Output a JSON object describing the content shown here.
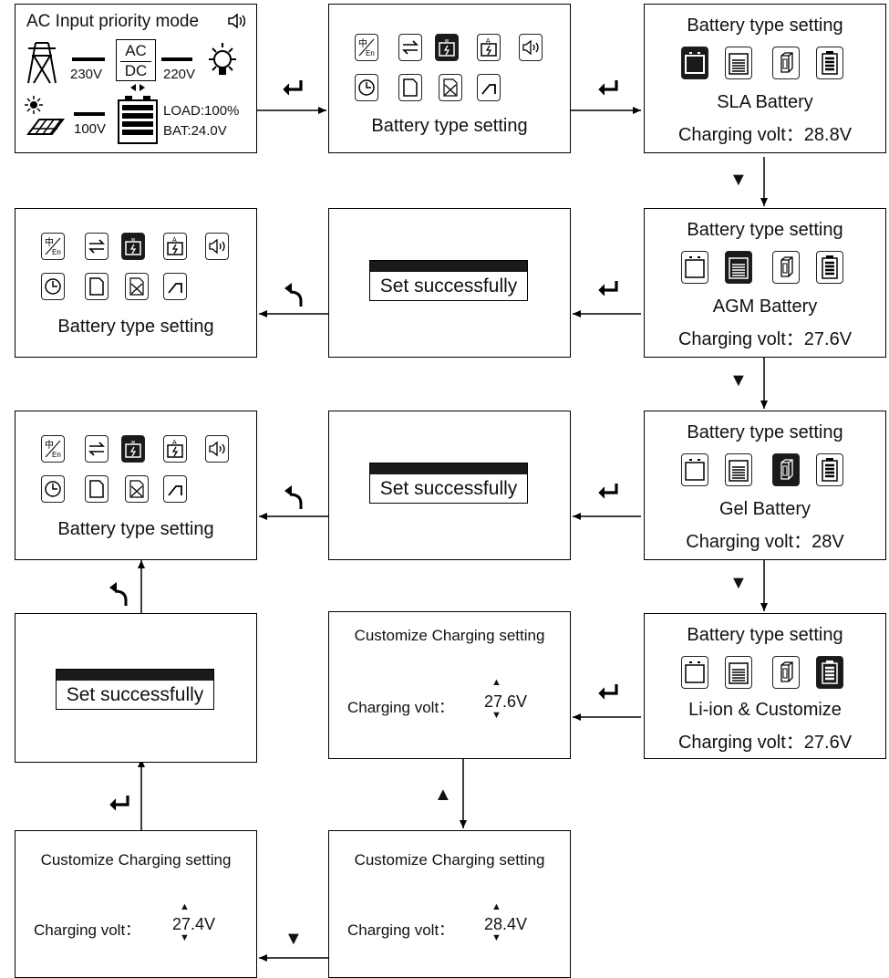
{
  "status_screen": {
    "title": "AC Input priority mode",
    "ac_voltage": "230V",
    "load_voltage": "220V",
    "pv_voltage": "100V",
    "load": "LOAD:100%",
    "battery": "BAT:24.0V",
    "acdc_top": "AC",
    "acdc_bottom": "DC"
  },
  "menu": {
    "title": "Battery type setting",
    "lang_zh": "中",
    "lang_en": "En"
  },
  "battery_screens": [
    {
      "title": "Battery type setting",
      "type": "SLA Battery",
      "volt": "Charging volt：28.8V",
      "selected": 0
    },
    {
      "title": "Battery type setting",
      "type": "AGM Battery",
      "volt": "Charging volt：27.6V",
      "selected": 1
    },
    {
      "title": "Battery type setting",
      "type": "Gel Battery",
      "volt": "Charging volt：28V",
      "selected": 2
    },
    {
      "title": "Battery type setting",
      "type": "Li-ion & Customize",
      "volt": "Charging volt：27.6V",
      "selected": 3
    }
  ],
  "success_dialog": {
    "label": "Set successfully"
  },
  "customize_screens": [
    {
      "title": "Customize Charging setting",
      "label": "Charging volt：",
      "value": "27.6V"
    },
    {
      "title": "Customize Charging setting",
      "label": "Charging volt：",
      "value": "28.4V"
    },
    {
      "title": "Customize Charging setting",
      "label": "Charging volt：",
      "value": "27.4V"
    }
  ],
  "key_symbols": {
    "down": "▼",
    "up": "▲",
    "small_up": "▲",
    "small_down": "▼"
  }
}
